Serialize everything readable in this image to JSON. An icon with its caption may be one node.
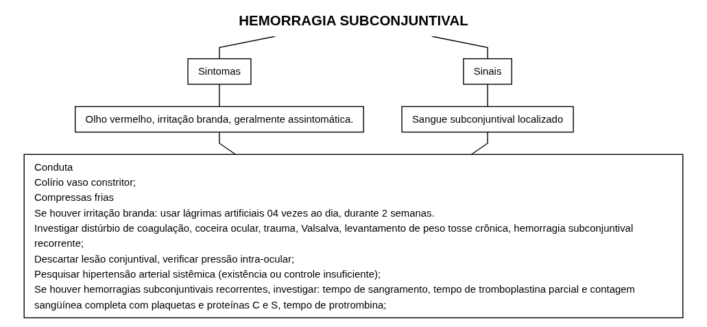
{
  "diagram": {
    "nodes": [
      {
        "text": [
          "HEMORRAGIA SUBCONJUNTIVAL"
        ]
      },
      {
        "text": [
          "Sintomas"
        ]
      },
      {
        "text": [
          "Sinais"
        ]
      },
      {
        "text": [
          "Olho vermelho, irritação branda, geralmente assintomática."
        ]
      },
      {
        "text": [
          "Sangue subconjuntival localizado"
        ]
      },
      {
        "text": [
          "Conduta",
          "Colírio vaso constritor;",
          "Compressas frias",
          "Se houver irritação branda: usar lágrimas artificiais 04 vezes ao dia, durante 2 semanas.",
          "Investigar distúrbio de coagulação, coceira ocular, trauma, Valsalva, levantamento de peso tosse crônica, hemorragia subconjuntival recorrente;",
          "Descartar lesão conjuntival, verificar pressão intra-ocular;",
          "Pesquisar hipertensão arterial sistêmica (existência ou controle insuficiente);",
          "Se houver hemorragias subconjuntivais recorrentes, investigar: tempo de sangramento, tempo de tromboplastina parcial e contagem sangüínea completa com plaquetas e proteínas C e S, tempo de protrombina;"
        ]
      }
    ],
    "edges": [
      {
        "from": 0,
        "to": 1,
        "arrow": "none"
      },
      {
        "from": 0,
        "to": 2,
        "arrow": "none"
      },
      {
        "from": 1,
        "to": 3,
        "arrow": "none"
      },
      {
        "from": 2,
        "to": 4,
        "arrow": "none"
      },
      {
        "from": 3,
        "to": 5,
        "arrow": "none"
      },
      {
        "from": 4,
        "to": 5,
        "arrow": "none"
      }
    ]
  }
}
